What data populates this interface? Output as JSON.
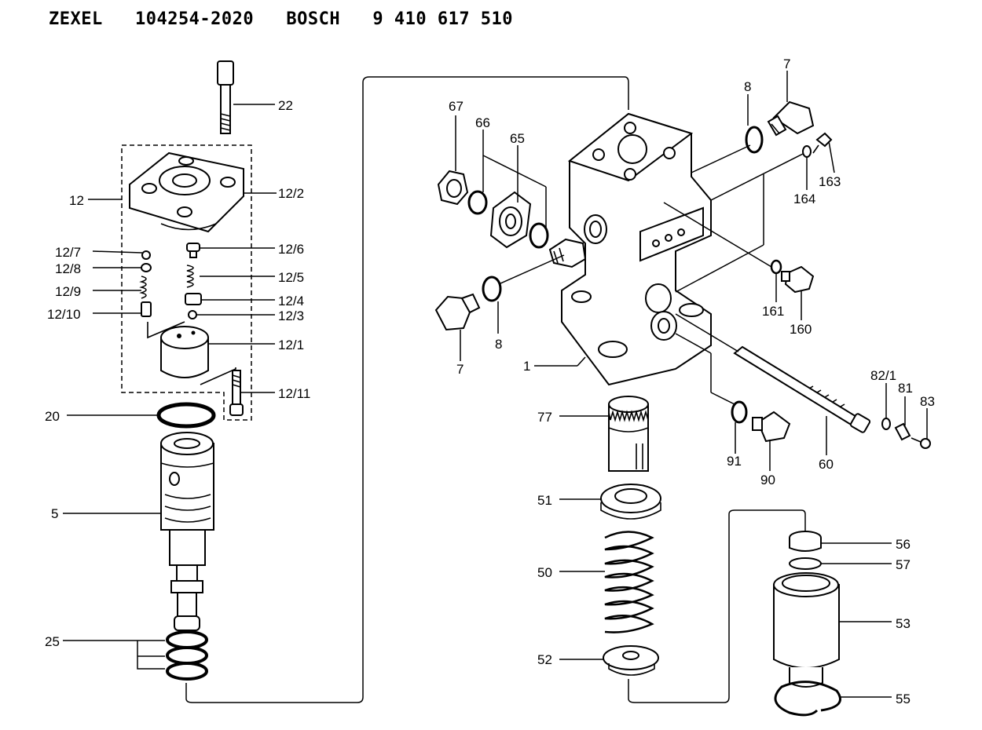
{
  "header": {
    "title": "ZEXEL   104254-2020   BOSCH   9 410 617 510"
  },
  "callouts": {
    "c22": "22",
    "c12": "12",
    "c12_2": "12/2",
    "c12_7": "12/7",
    "c12_6": "12/6",
    "c12_8": "12/8",
    "c12_5": "12/5",
    "c12_9": "12/9",
    "c12_4": "12/4",
    "c12_10": "12/10",
    "c12_3": "12/3",
    "c12_1": "12/1",
    "c12_11": "12/11",
    "c20": "20",
    "c5": "5",
    "c25": "25",
    "c67": "67",
    "c66": "66",
    "c65": "65",
    "c8a": "8",
    "c7a": "7",
    "c163": "163",
    "c164": "164",
    "c161": "161",
    "c160": "160",
    "c7b": "7",
    "c8b": "8",
    "c1": "1",
    "c82_1": "82/1",
    "c81": "81",
    "c83": "83",
    "c77": "77",
    "c91": "91",
    "c90": "90",
    "c60": "60",
    "c51": "51",
    "c50": "50",
    "c52": "52",
    "c56": "56",
    "c57": "57",
    "c53": "53",
    "c55": "55"
  }
}
